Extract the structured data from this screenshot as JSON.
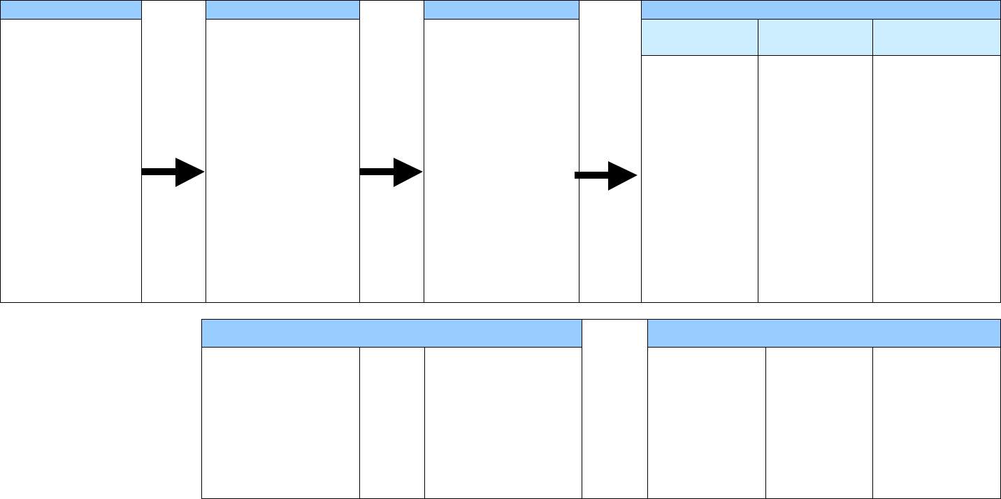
{
  "top_row": {
    "stage_1": {
      "header": "",
      "body": ""
    },
    "stage_2": {
      "header": "",
      "body": ""
    },
    "stage_3": {
      "header": "",
      "body": ""
    },
    "stage_4": {
      "header": "",
      "subheaders": [
        "",
        "",
        ""
      ],
      "columns": [
        "",
        "",
        ""
      ]
    },
    "arrows": [
      {
        "name": "arrow-1",
        "icon": "right-arrow-icon"
      },
      {
        "name": "arrow-2",
        "icon": "right-arrow-icon"
      },
      {
        "name": "arrow-3",
        "icon": "right-arrow-icon"
      }
    ]
  },
  "bottom_row": {
    "group_1": {
      "header": "",
      "columns": [
        "",
        "",
        ""
      ]
    },
    "group_2": {
      "header": "",
      "columns": [
        "",
        "",
        ""
      ]
    }
  },
  "colors": {
    "header_fill": "#99ccff",
    "subheader_fill": "#cceeff",
    "stroke": "#000000"
  }
}
